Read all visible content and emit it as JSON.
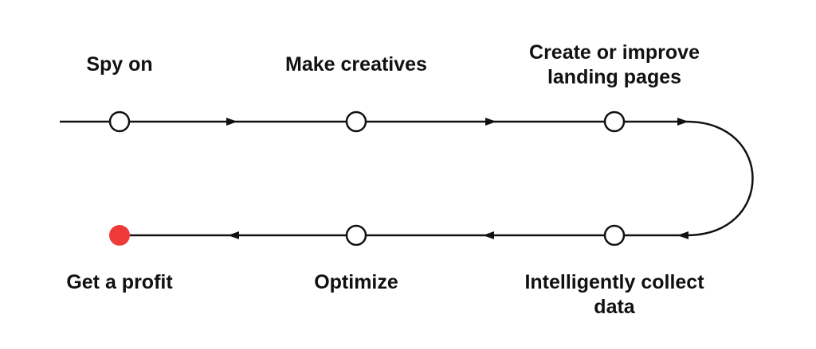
{
  "steps": {
    "spy_on": "Spy on",
    "make_creatives": "Make creatives",
    "landing_pages": [
      "Create or improve",
      "landing pages"
    ],
    "collect_data": [
      "Intelligently collect",
      "data"
    ],
    "optimize": "Optimize",
    "get_profit": "Get a profit"
  },
  "colors": {
    "line": "#111111",
    "node_fill": "#ffffff",
    "final_node": "#f03a3a"
  }
}
